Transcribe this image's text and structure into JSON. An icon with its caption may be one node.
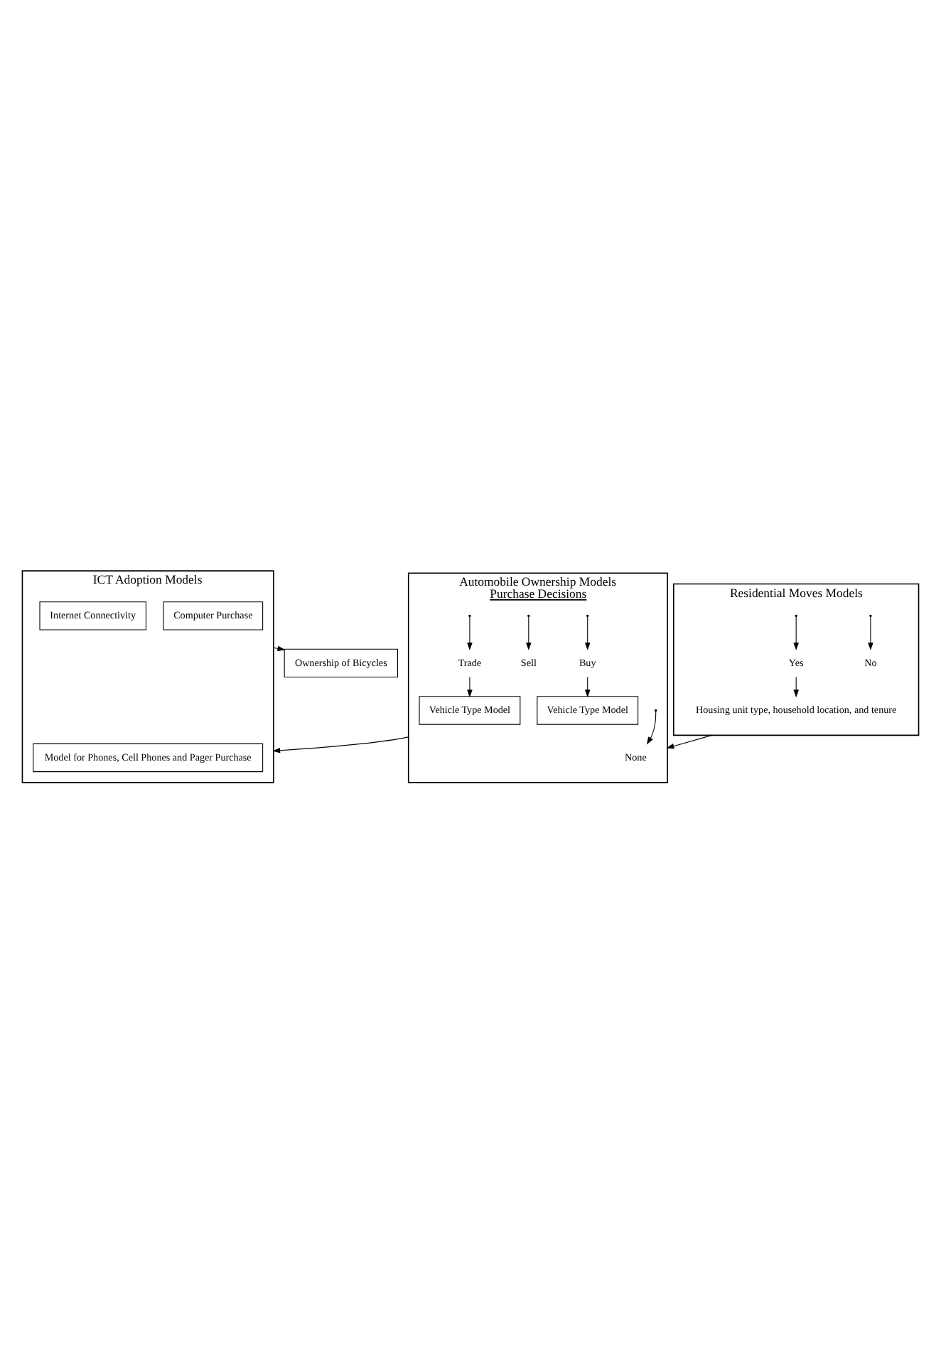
{
  "diagram": {
    "nodes": [
      {
        "text": [
          "Residential Moves Models"
        ]
      },
      {
        "text": [
          "No"
        ],
        "in": 0
      },
      {
        "text": [
          "Yes"
        ],
        "in": 0
      },
      {
        "text": [
          "Housing unit type, household location, and tenure"
        ],
        "in": 0
      },
      {
        "text": [
          "Automobile Ownership Models",
          "Purchase Decisions"
        ]
      },
      {
        "text": [
          "None"
        ],
        "in": 4
      },
      {
        "text": [
          "Buy"
        ],
        "in": 4
      },
      {
        "text": [
          "Sell"
        ],
        "in": 4
      },
      {
        "text": [
          "Trade"
        ],
        "in": 4
      },
      {
        "text": [
          "Vehicle Type Model"
        ],
        "in": 4
      },
      {
        "text": [
          "Vehicle Type Model"
        ],
        "in": 4
      },
      {
        "text": [
          "ICT Adoption Models"
        ]
      },
      {
        "text": [
          "Model for Phones, Cell Phones and Pager Purchase"
        ],
        "in": 11
      },
      {
        "text": [
          "Computer Purchase"
        ],
        "in": 11
      },
      {
        "text": [
          "Internet Connectivity"
        ],
        "in": 11
      },
      {
        "text": [
          "Ownership of Bicycles"
        ]
      }
    ],
    "edges": [
      {
        "from": null,
        "to": 1,
        "arrow": "to"
      },
      {
        "from": null,
        "to": 2,
        "arrow": "to"
      },
      {
        "from": 2,
        "to": 3,
        "arrow": "to"
      },
      {
        "from": 0,
        "to": 4,
        "arrow": "to"
      },
      {
        "from": null,
        "to": 5,
        "arrow": "to"
      },
      {
        "from": null,
        "to": 6,
        "arrow": "to"
      },
      {
        "from": null,
        "to": 7,
        "arrow": "to"
      },
      {
        "from": null,
        "to": 8,
        "arrow": "to"
      },
      {
        "from": 6,
        "to": 9,
        "arrow": "to"
      },
      {
        "from": 8,
        "to": 10,
        "arrow": "to"
      },
      {
        "from": 4,
        "to": 11,
        "arrow": "to"
      },
      {
        "from": 11,
        "to": 15,
        "arrow": "to"
      }
    ]
  }
}
